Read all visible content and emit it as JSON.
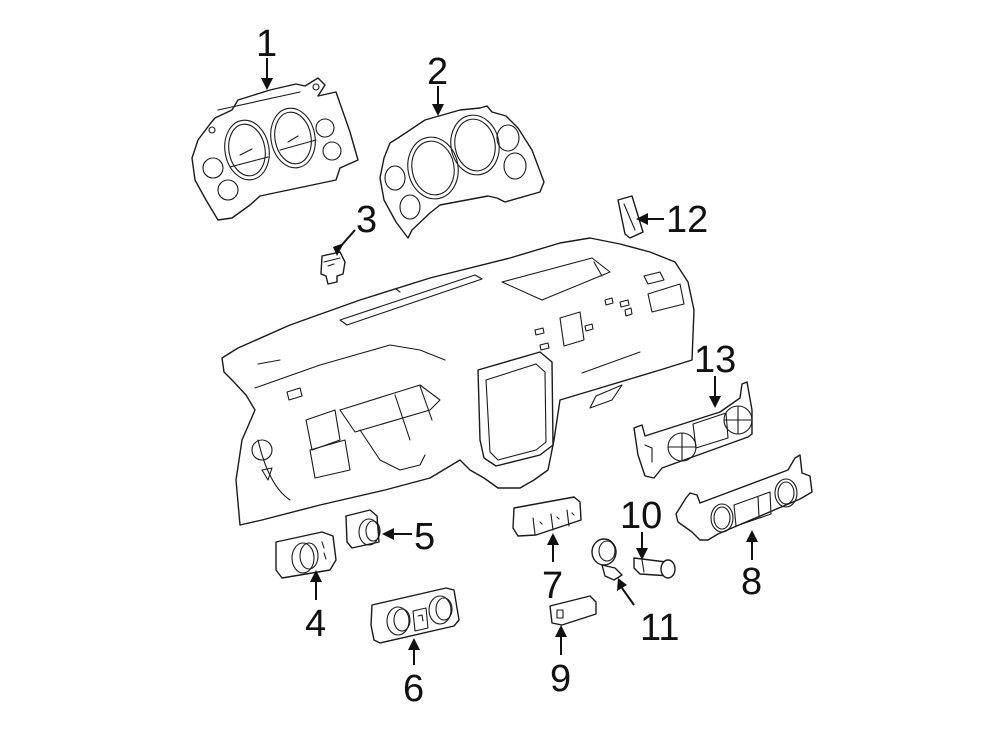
{
  "diagram": {
    "type": "exploded-parts-diagram",
    "subject": "Instrument panel and related components",
    "line_color": "#1a1a1a",
    "background": "#ffffff",
    "callouts": [
      {
        "number": "1",
        "part": "instrument-cluster"
      },
      {
        "number": "2",
        "part": "cluster-bezel"
      },
      {
        "number": "3",
        "part": "small-switch-knob"
      },
      {
        "number": "4",
        "part": "headlamp-switch"
      },
      {
        "number": "5",
        "part": "dimmer-switch"
      },
      {
        "number": "6",
        "part": "control-panel-with-two-knobs"
      },
      {
        "number": "7",
        "part": "multi-button-switch-panel"
      },
      {
        "number": "8",
        "part": "climate-control-panel"
      },
      {
        "number": "9",
        "part": "small-switch"
      },
      {
        "number": "10",
        "part": "cylinder-sensor"
      },
      {
        "number": "11",
        "part": "ring-bracket"
      },
      {
        "number": "12",
        "part": "side-switch"
      },
      {
        "number": "13",
        "part": "climate-control-bezel"
      }
    ]
  }
}
